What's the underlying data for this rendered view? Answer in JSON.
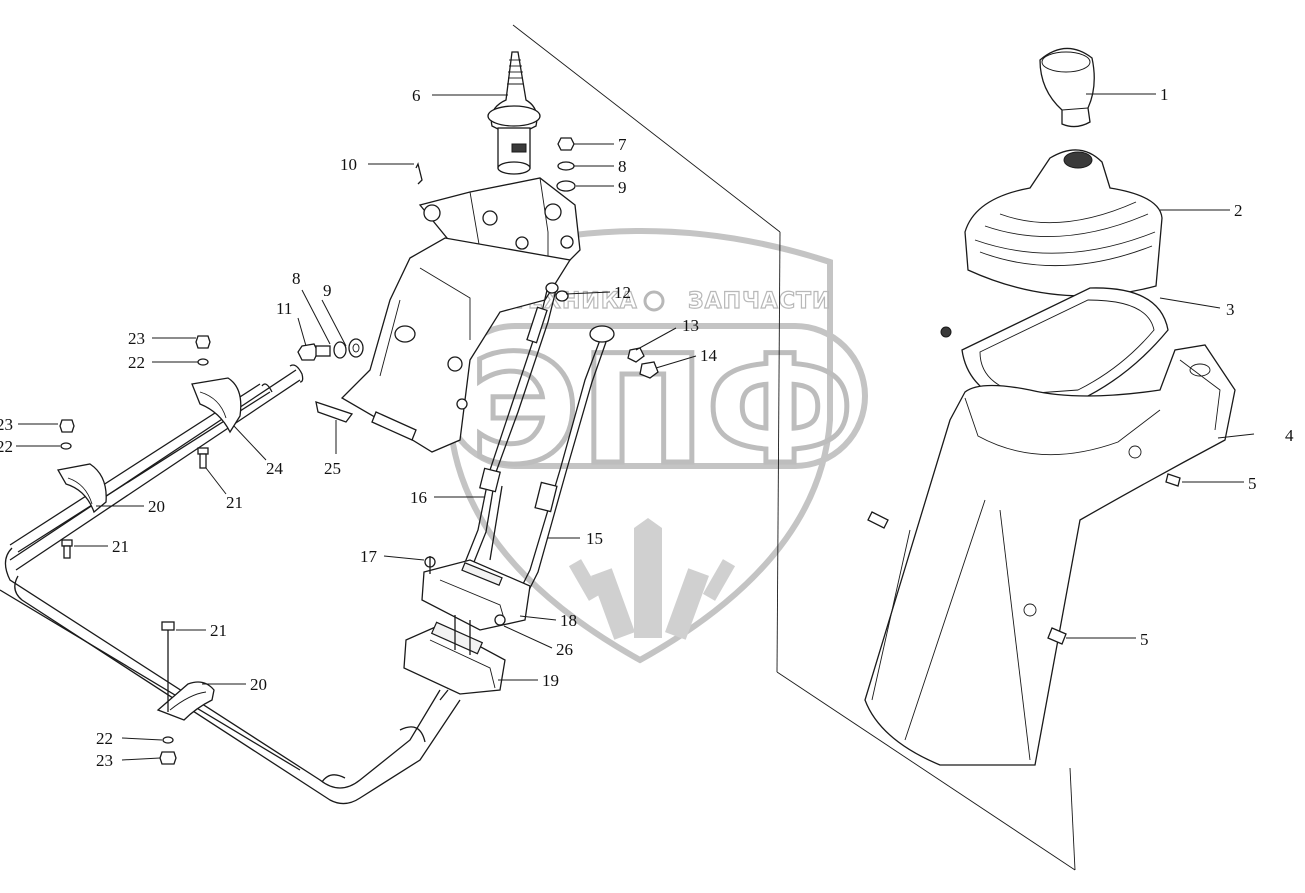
{
  "diagram": {
    "watermark": {
      "brand_top": "ТЕХНИКА",
      "brand_top_right": "ЗАПЧАСТИ",
      "logo_letters": "ЭПФ"
    },
    "callouts": [
      {
        "id": "c1",
        "label": "1"
      },
      {
        "id": "c2",
        "label": "2"
      },
      {
        "id": "c3",
        "label": "3"
      },
      {
        "id": "c4",
        "label": "4"
      },
      {
        "id": "c5a",
        "label": "5"
      },
      {
        "id": "c5b",
        "label": "5"
      },
      {
        "id": "c6",
        "label": "6"
      },
      {
        "id": "c7",
        "label": "7"
      },
      {
        "id": "c8a",
        "label": "8"
      },
      {
        "id": "c9a",
        "label": "9"
      },
      {
        "id": "c10",
        "label": "10"
      },
      {
        "id": "c8b",
        "label": "8"
      },
      {
        "id": "c9b",
        "label": "9"
      },
      {
        "id": "c11",
        "label": "11"
      },
      {
        "id": "c12",
        "label": "12"
      },
      {
        "id": "c13",
        "label": "13"
      },
      {
        "id": "c14",
        "label": "14"
      },
      {
        "id": "c23a",
        "label": "23"
      },
      {
        "id": "c22a",
        "label": "22"
      },
      {
        "id": "c23b",
        "label": "23"
      },
      {
        "id": "c22b",
        "label": "22"
      },
      {
        "id": "c24",
        "label": "24"
      },
      {
        "id": "c25",
        "label": "25"
      },
      {
        "id": "c20a",
        "label": "20"
      },
      {
        "id": "c21a",
        "label": "21"
      },
      {
        "id": "c21b",
        "label": "21"
      },
      {
        "id": "c16",
        "label": "16"
      },
      {
        "id": "c15",
        "label": "15"
      },
      {
        "id": "c17",
        "label": "17"
      },
      {
        "id": "c18",
        "label": "18"
      },
      {
        "id": "c26",
        "label": "26"
      },
      {
        "id": "c19",
        "label": "19"
      },
      {
        "id": "c21c",
        "label": "21"
      },
      {
        "id": "c20b",
        "label": "20"
      },
      {
        "id": "c22c",
        "label": "22"
      },
      {
        "id": "c23c",
        "label": "23"
      }
    ]
  }
}
